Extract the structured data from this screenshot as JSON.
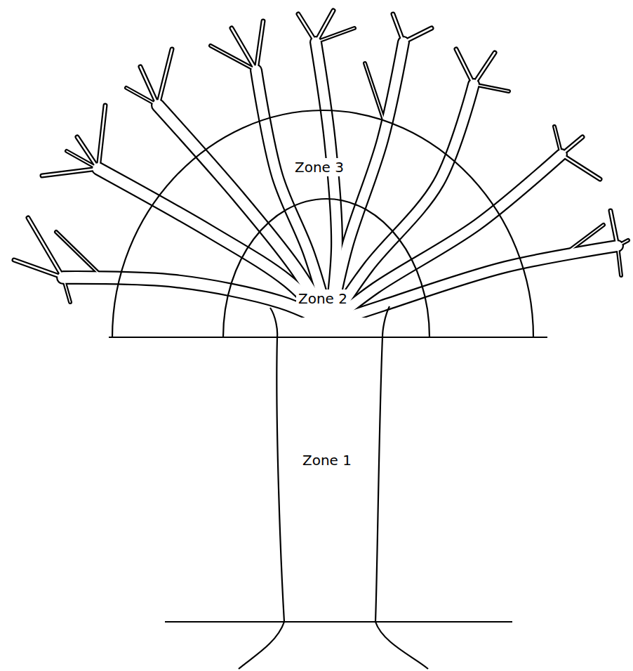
{
  "diagram": {
    "labels": [
      "Zone 3",
      "Zone 2",
      "Zone 1"
    ]
  }
}
